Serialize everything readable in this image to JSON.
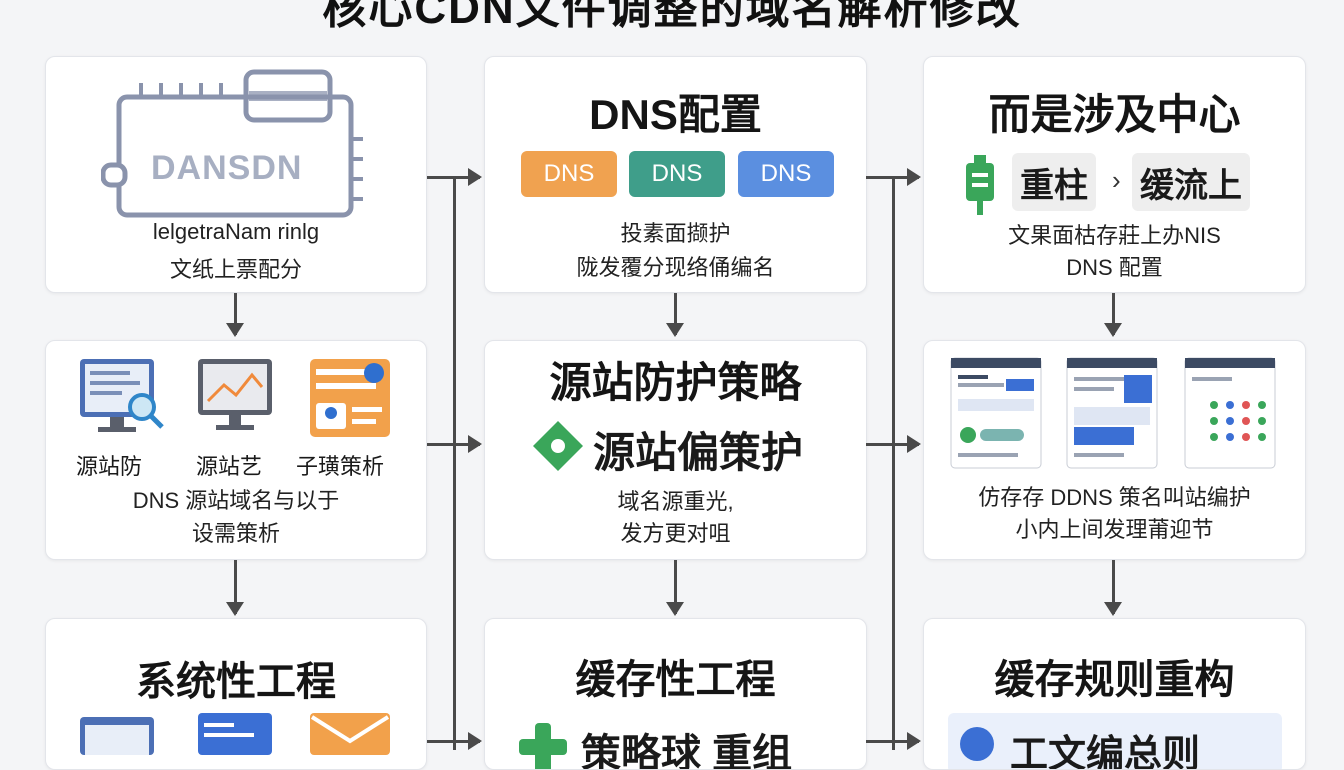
{
  "title": "核心CDN文件调整的域名解析修改",
  "col1": {
    "card1": {
      "logo_text": "DANSDN",
      "line1": "lelgetraNam rinlg",
      "line2": "文纸上票配分"
    },
    "card2": {
      "icon_labels": [
        "源站防",
        "源站艺",
        "子璜策析"
      ],
      "line1": "DNS 源站域名与以于",
      "line2": "设需策析"
    },
    "card3": {
      "heading": "系统性工程"
    }
  },
  "col2": {
    "card1": {
      "heading": "DNS配置",
      "pills": [
        "DNS",
        "DNS",
        "DNS"
      ],
      "line1": "投素面撷护",
      "line2": "陇发覆分现络俑编名"
    },
    "card2": {
      "heading": "源站防护策略",
      "subheading": "源站偏策护",
      "line1": "域名源重光,",
      "line2": "发方更对咀"
    },
    "card3": {
      "heading": "缓存性工程",
      "subheading": "策略球 重组"
    }
  },
  "col3": {
    "card1": {
      "heading": "而是涉及中心",
      "chip1": "重柱",
      "separator": "›",
      "chip2": "缓流上",
      "line1": "文果面枯存莊上办NIS",
      "line2": "DNS 配置"
    },
    "card2": {
      "line1": "仿存存 DDNS 策名叫站编护",
      "line2": "小内上间发理莆迎节"
    },
    "card3": {
      "heading": "缓存规则重构",
      "subheading": "工文编总则"
    }
  },
  "colors": {
    "pill_orange": "#f0a250",
    "pill_teal": "#3f9e8a",
    "pill_blue": "#5b8fe0",
    "diamond_green": "#3aa65a",
    "arrow": "#4a4a4a"
  },
  "icons": [
    "chip-board-icon",
    "monitor-search-icon",
    "monitor-chart-icon",
    "id-card-icon",
    "battery-plug-icon",
    "diamond-icon",
    "browser-window-icon",
    "envelope-icon",
    "plus-icon",
    "dashboard-screenshot-icon"
  ]
}
